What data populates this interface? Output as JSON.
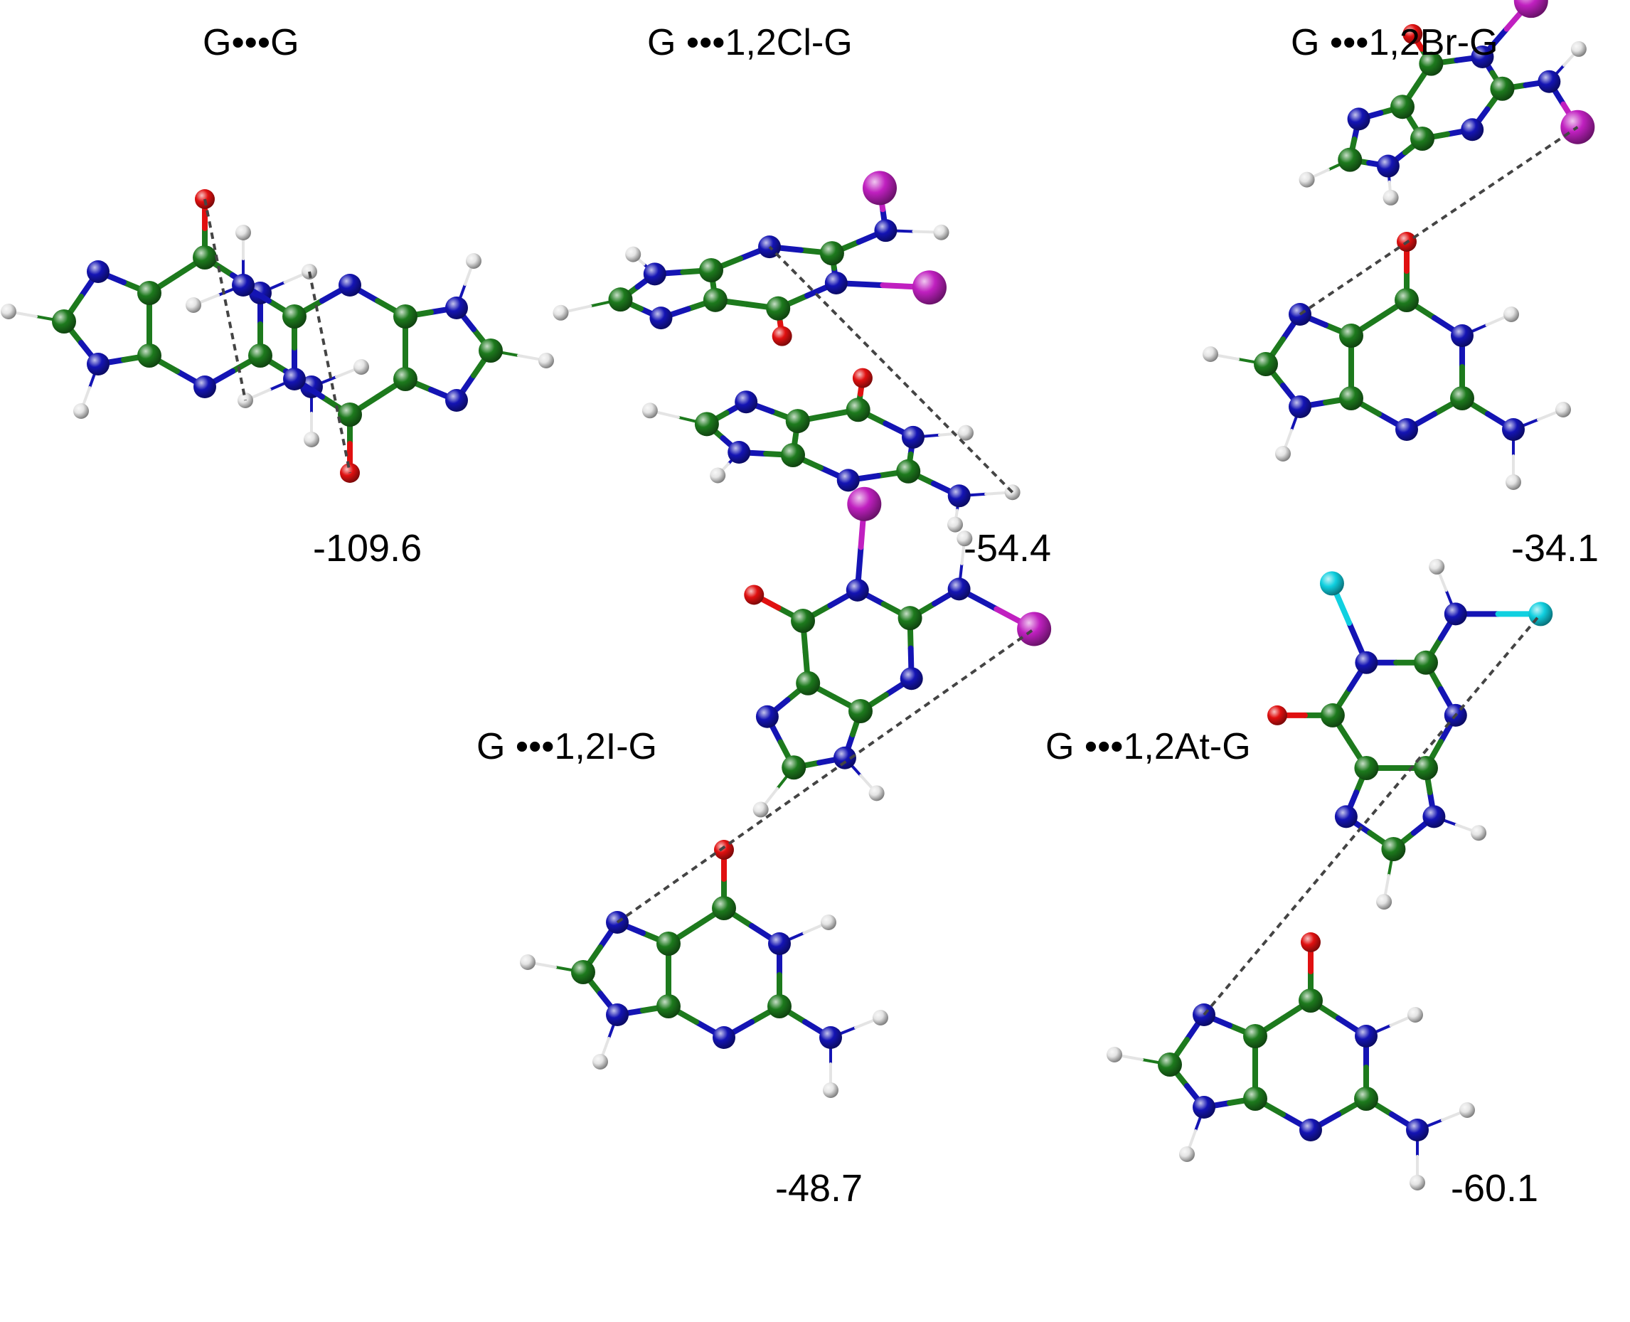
{
  "colors": {
    "carbon": "#1d7a1d",
    "nitrogen": "#1414b4",
    "oxygen": "#e01010",
    "hydrogen": "#e4e4e4",
    "halogen_large": "#c020c0",
    "astatine": "#10d0e0",
    "bond_dashed": "#444444"
  },
  "panels": [
    {
      "id": "gg",
      "title": "G•••G",
      "energy": "-109.6"
    },
    {
      "id": "gcl",
      "title": "G •••1,2Cl-G",
      "energy": "-54.4"
    },
    {
      "id": "gbr",
      "title": "G •••1,2Br-G",
      "energy": "-34.1"
    },
    {
      "id": "gi",
      "title": "G •••1,2I-G",
      "energy": "-48.7"
    },
    {
      "id": "gat",
      "title": "G •••1,2At-G",
      "energy": "-60.1"
    }
  ]
}
